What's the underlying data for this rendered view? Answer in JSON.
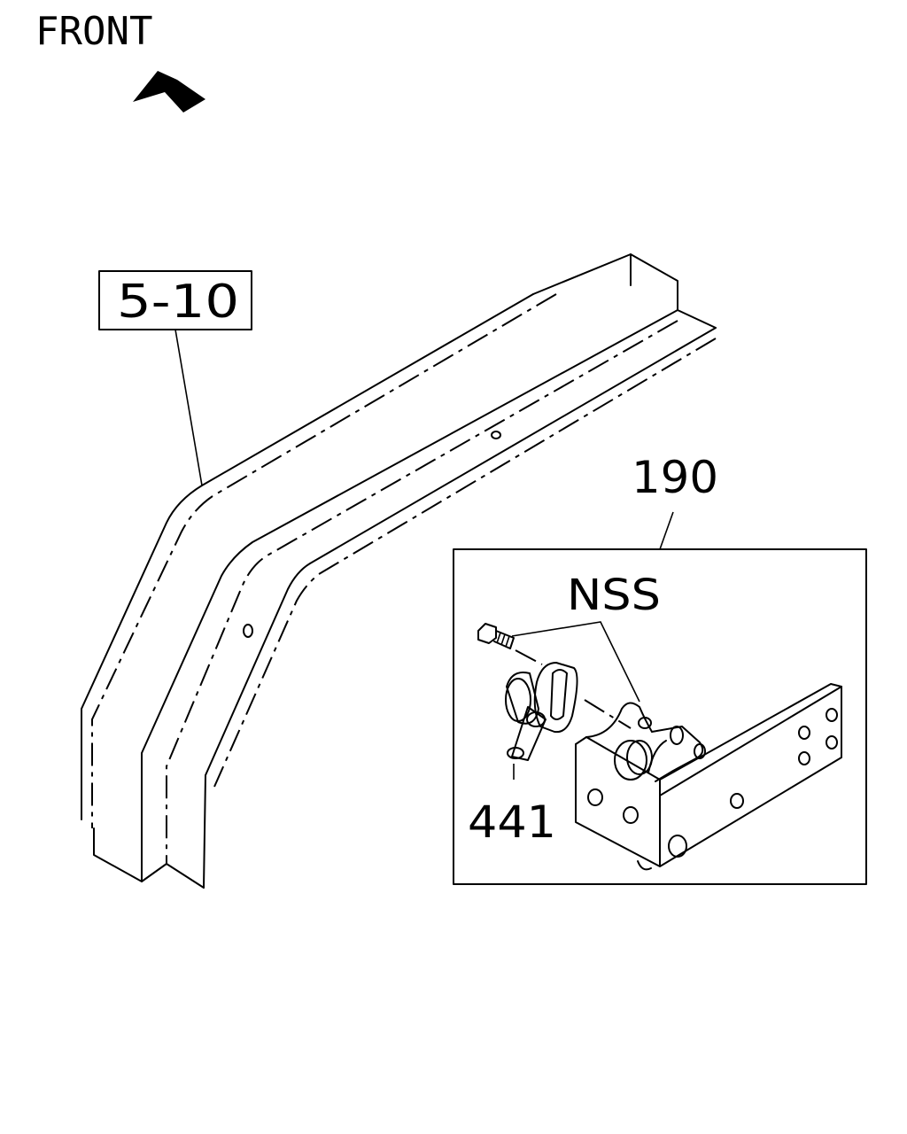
{
  "orientation": {
    "label": "FRONT",
    "arrow_icon": "front-arrow-icon"
  },
  "callouts": {
    "frame_ref": "5-10",
    "assembly": "190",
    "fastener": "NSS",
    "part": "441"
  }
}
